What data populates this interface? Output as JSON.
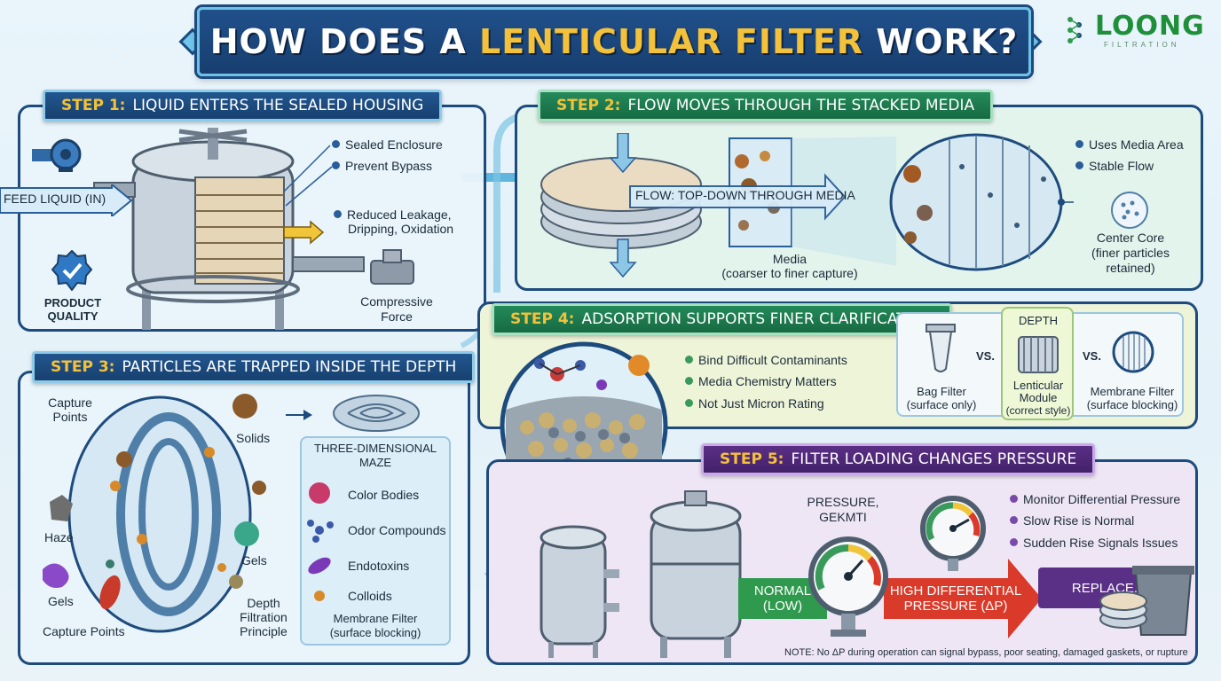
{
  "title": {
    "pre": "HOW DOES A ",
    "highlight": "LENTICULAR FILTER",
    "post": " WORK?"
  },
  "brand": {
    "name": "LOONG",
    "sub": "FILTRATION"
  },
  "step1": {
    "lead": "STEP 1:",
    "title": "LIQUID ENTERS THE SEALED HOUSING",
    "feed": "FEED LIQUID (IN)",
    "bullets": [
      "Sealed Enclosure",
      "Prevent Bypass"
    ],
    "reduced": [
      "Reduced Leakage,",
      "Dripping, Oxidation"
    ],
    "product_quality": [
      "PRODUCT",
      "QUALITY"
    ],
    "compressive": [
      "Compressive",
      "Force"
    ]
  },
  "step2": {
    "lead": "STEP 2:",
    "title": "FLOW MOVES THROUGH THE STACKED MEDIA",
    "flow": "FLOW: TOP-DOWN THROUGH MEDIA",
    "media": "Media",
    "media_sub": "(coarser to finer capture)",
    "bullets": [
      "Uses Media Area",
      "Stable Flow"
    ],
    "core": [
      "Center Core",
      "(finer particles",
      "retained)"
    ]
  },
  "step3": {
    "lead": "STEP 3:",
    "title": "PARTICLES ARE TRAPPED INSIDE THE DEPTH",
    "capture_top": [
      "Capture",
      "Points"
    ],
    "haze": "Haze",
    "gels_left": "Gels",
    "capture_bottom": "Capture Points",
    "solids": "Solids",
    "gels_right": "Gels",
    "depth_principle": [
      "Depth",
      "Filtration",
      "Principle"
    ],
    "maze": [
      "THREE-DIMENSIONAL",
      "MAZE"
    ],
    "items": [
      "Color Bodies",
      "Odor Compounds",
      "Endotoxins",
      "Colloids"
    ],
    "membrane": [
      "Membrane Filter",
      "(surface blocking)"
    ]
  },
  "step4": {
    "lead": "STEP 4:",
    "title": "ADSORPTION SUPPORTS FINER CLARIFICATION",
    "bullets": [
      "Bind Difficult Contaminants",
      "Media Chemistry Matters",
      "Not Just Micron Rating"
    ],
    "depth": "DEPTH",
    "bag": [
      "Bag Filter",
      "(surface only)"
    ],
    "lenticular": [
      "Lenticular",
      "Module",
      "(correct style)"
    ],
    "membrane": [
      "Membrane Filter",
      "(surface blocking)"
    ],
    "vs": "VS."
  },
  "step5": {
    "lead": "STEP 5:",
    "title": "FILTER LOADING CHANGES PRESSURE",
    "pressure": [
      "PRESSURE,",
      "GEKMTI"
    ],
    "normal": [
      "NORMAL",
      "(LOW)"
    ],
    "high": [
      "HIGH DIFFERENTIAL",
      "PRESSURE (ΔP)"
    ],
    "replace": "REPLACE.",
    "bullets": [
      "Monitor Differential Pressure",
      "Slow Rise is Normal",
      "Sudden Rise Signals Issues"
    ],
    "note": "NOTE: No ΔP during operation can signal bypass, poor seating, damaged gaskets, or rupture"
  },
  "colors": {
    "navy": "#1e4b7d",
    "gold": "#f4c23a",
    "green": "#2f9a4e",
    "red": "#d93a2a",
    "purple": "#5a2f86"
  },
  "icons": [
    "pump-icon",
    "check-badge-icon",
    "valve-icon",
    "maze-icon",
    "bag-filter-icon",
    "depth-module-icon",
    "membrane-icon",
    "gauge-icon",
    "bin-icon"
  ]
}
